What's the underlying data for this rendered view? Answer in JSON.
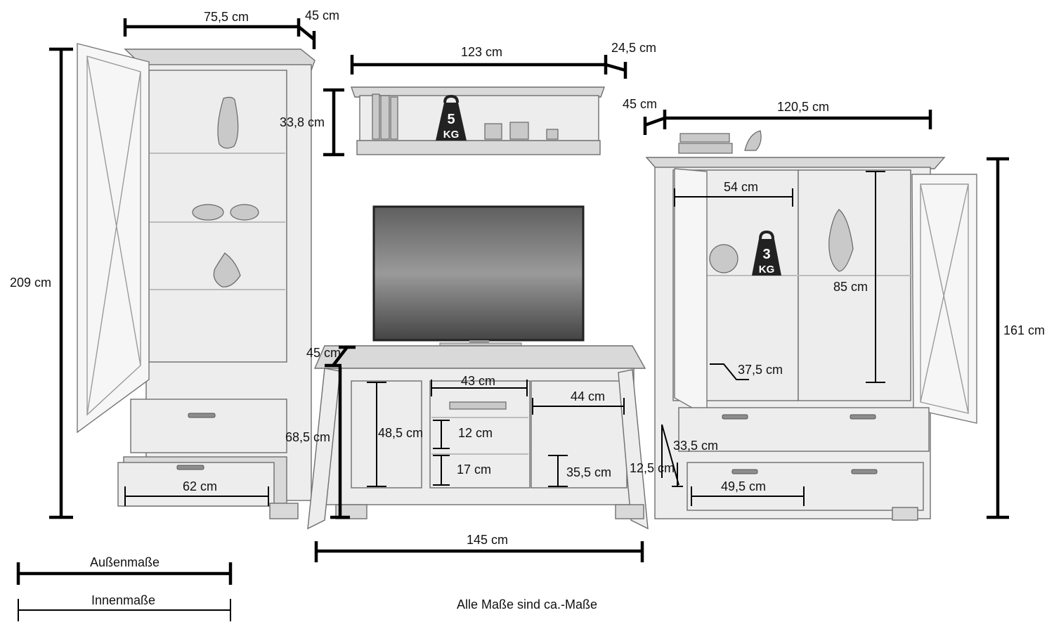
{
  "weights": {
    "wall_shelf": {
      "value": "5",
      "unit": "KG"
    },
    "highboard": {
      "value": "3",
      "unit": "KG"
    }
  },
  "dimensions": {
    "vitrine_width": "75,5 cm",
    "vitrine_depth": "45 cm",
    "vitrine_height": "209 cm",
    "vitrine_drawer_inner_width": "62 cm",
    "shelf_width": "123 cm",
    "shelf_depth": "24,5 cm",
    "shelf_height": "33,8 cm",
    "highboard_depth": "45 cm",
    "highboard_width": "120,5 cm",
    "highboard_height": "161 cm",
    "highboard_inner_width": "54 cm",
    "highboard_inner_height": "85 cm",
    "highboard_inner_depth": "37,5 cm",
    "highboard_drawer_height": "33,5 cm",
    "highboard_drawer_inner_height": "12,5 cm",
    "highboard_drawer_inner_width": "49,5 cm",
    "lowboard_depth": "45 cm",
    "lowboard_height": "68,5 cm",
    "lowboard_inner_height": "48,5 cm",
    "lowboard_middle_width": "43 cm",
    "lowboard_right_width": "44 cm",
    "lowboard_compartment_upper": "12 cm",
    "lowboard_compartment_lower": "17 cm",
    "lowboard_right_inner_height": "35,5 cm",
    "lowboard_width": "145 cm"
  },
  "legend": {
    "outer": "Außenmaße",
    "inner": "Innenmaße"
  },
  "note": "Alle Maße sind ca.-Maße"
}
